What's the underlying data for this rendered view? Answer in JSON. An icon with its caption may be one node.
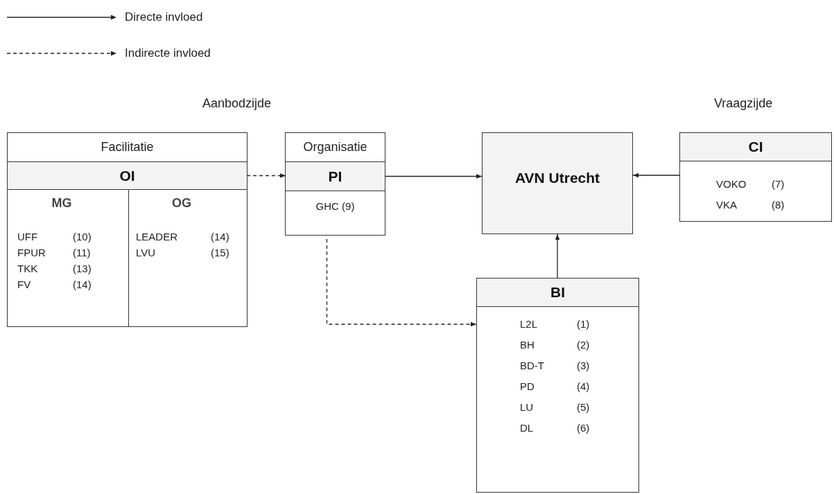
{
  "diagram": {
    "nodes": [
      {
        "text": [
          "Facilitatie"
        ]
      },
      {
        "text": [
          "OI"
        ],
        "in": 0
      },
      {
        "text": [
          "MG",
          "UFF",
          "(10)",
          "FPUR",
          "(11)",
          "TKK",
          "(13)",
          "FV",
          "(14)"
        ],
        "in": 0
      },
      {
        "text": [
          "OG",
          "LEADER",
          "(14)",
          "LVU",
          "(15)"
        ],
        "in": 0
      },
      {
        "text": [
          "Organisatie",
          "GHC (9)"
        ]
      },
      {
        "text": [
          "PI"
        ],
        "in": 4
      },
      {
        "text": [
          "AVN Utrecht"
        ]
      },
      {
        "text": [
          "CI",
          "VOKO",
          "(7)",
          "VKA",
          "(8)"
        ]
      },
      {
        "text": [
          "BI",
          "L2L",
          "(1)",
          "BH",
          "(2)",
          "BD-T",
          "(3)",
          "PD",
          "(4)",
          "LU",
          "(5)",
          "DL",
          "(6)"
        ]
      }
    ],
    "edges": [
      {
        "from": 1,
        "to": 5,
        "arrow": "to",
        "style": "dashed"
      },
      {
        "from": 5,
        "to": 6,
        "arrow": "to"
      },
      {
        "from": 7,
        "to": 6,
        "arrow": "to"
      },
      {
        "from": 8,
        "to": 6,
        "arrow": "to"
      },
      {
        "from": 4,
        "to": 8,
        "arrow": "to",
        "style": "dashed"
      }
    ],
    "labels": [
      "Aanbodzijde",
      "Vraagzijde"
    ],
    "legend": [
      {
        "text": "Directe invloed"
      },
      {
        "text": "Indirecte invloed"
      }
    ]
  }
}
